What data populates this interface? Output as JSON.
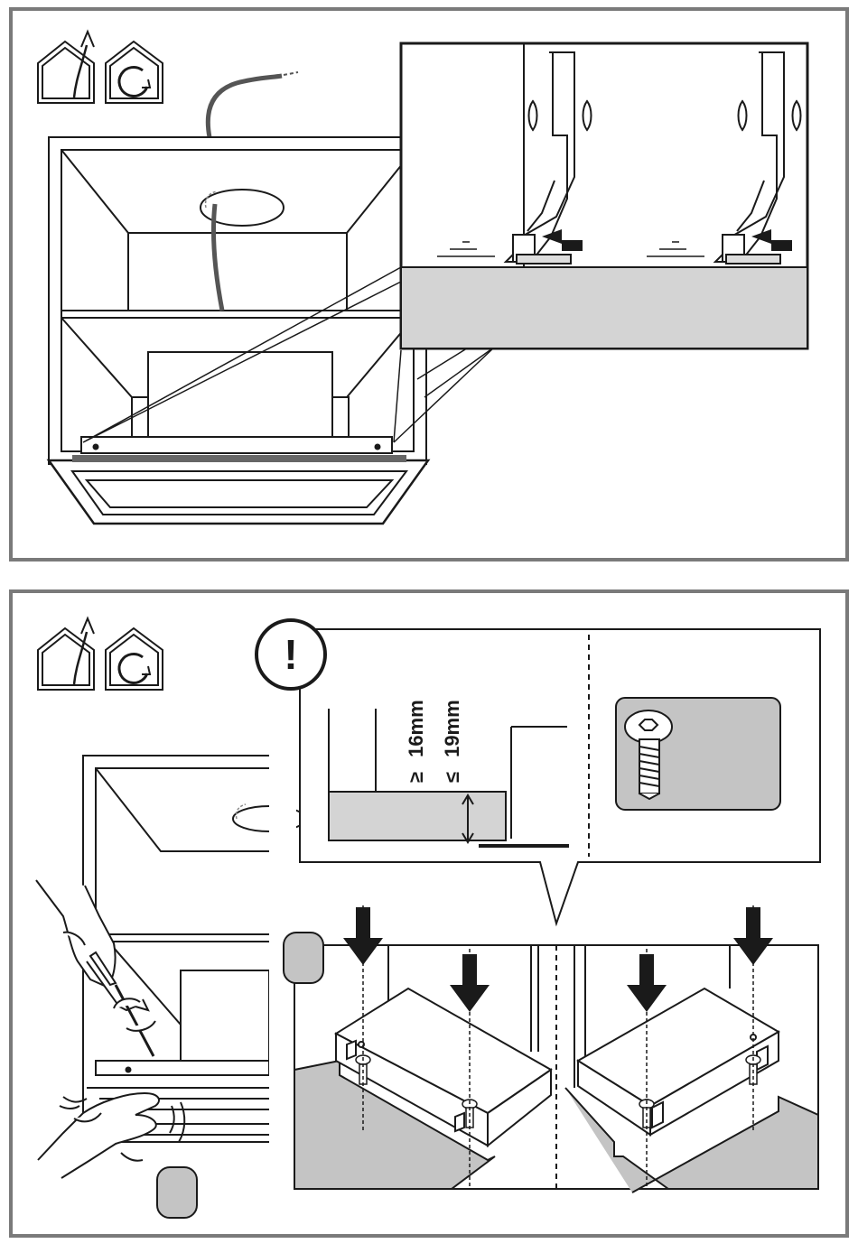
{
  "panels": [
    {
      "id": "top",
      "icons": [
        "vent-exhaust-mode-icon",
        "recirculation-mode-icon"
      ],
      "callout": {
        "arrows": [
          "push-left-arrow",
          "push-left-arrow"
        ]
      }
    },
    {
      "id": "bottom",
      "icons": [
        "vent-exhaust-mode-icon",
        "recirculation-mode-icon"
      ],
      "warning_symbol": "!",
      "dimensions": [
        {
          "symbol": "≥",
          "value": "16mm"
        },
        {
          "symbol": "≤",
          "value": "19mm"
        }
      ],
      "step_badges": [
        "",
        ""
      ],
      "detail_icons": [
        "screw-icon",
        "screwdriver-icon",
        "press-down-arrow"
      ]
    }
  ],
  "colors": {
    "frame": "#7a7a7a",
    "line": "#1a1a1a",
    "fill_light": "#d4d4d4",
    "fill_mid": "#c4c4c4",
    "cable": "#555555"
  }
}
